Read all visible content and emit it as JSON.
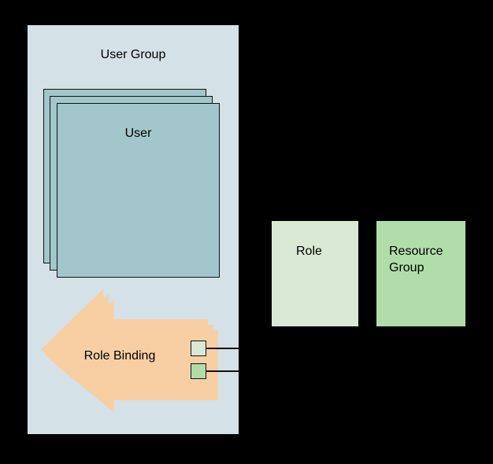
{
  "diagram": {
    "title_present": false,
    "background_color": "#000000",
    "group_panel": {
      "label": "User Group",
      "fill": "#d4e1e6"
    },
    "user_stack": {
      "label": "User",
      "fill": "#a3c6cc",
      "stroke": "#111111",
      "count": 3
    },
    "role_binding": {
      "label": "Role Binding",
      "fill": "#f8cfa3",
      "stroke": "#111111",
      "count": 3,
      "shape": "left-arrow"
    },
    "connectors": [
      {
        "name": "role-connector",
        "square_fill": "#d9e9d4",
        "line_color": "#111111"
      },
      {
        "name": "resource-group-connector",
        "square_fill": "#b1ddaa",
        "line_color": "#111111"
      }
    ],
    "boxes": [
      {
        "name": "role",
        "label": "Role",
        "fill": "#d9e9d4"
      },
      {
        "name": "resource-group",
        "label": "Resource Group",
        "fill": "#b1ddaa"
      }
    ]
  }
}
